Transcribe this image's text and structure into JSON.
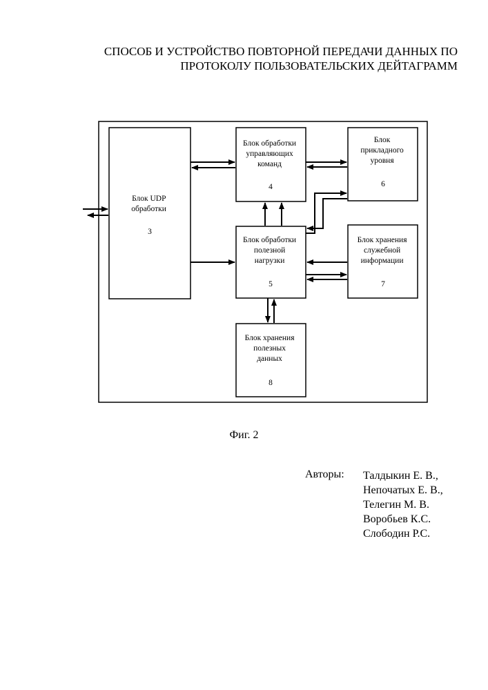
{
  "title": {
    "line1": "СПОСОБ И УСТРОЙСТВО ПОВТОРНОЙ ПЕРЕДАЧИ ДАННЫХ ПО",
    "line2": "ПРОТОКОЛУ ПОЛЬЗОВАТЕЛЬСКИХ ДЕЙТАГРАММ"
  },
  "diagram": {
    "blocks": {
      "udp": {
        "lines": [
          "Блок UDP",
          "обработки"
        ],
        "number": "3"
      },
      "control": {
        "lines": [
          "Блок обработки",
          "управляющих",
          "команд"
        ],
        "number": "4"
      },
      "app": {
        "lines": [
          "Блок",
          "прикладного",
          "уровня"
        ],
        "number": "6"
      },
      "payload": {
        "lines": [
          "Блок обработки",
          "полезной",
          "нагрузки"
        ],
        "number": "5"
      },
      "service": {
        "lines": [
          "Блок хранения",
          "служебной",
          "информации"
        ],
        "number": "7"
      },
      "storage": {
        "lines": [
          "Блок хранения",
          "полезных",
          "данных"
        ],
        "number": "8"
      }
    }
  },
  "caption": "Фиг. 2",
  "authors": {
    "label": "Авторы:",
    "names": [
      "Талдыкин Е. В.,",
      "Непочатых Е. В.,",
      "Телегин М. В.",
      "Воробьев К.С.",
      "Слободин Р.С."
    ]
  }
}
